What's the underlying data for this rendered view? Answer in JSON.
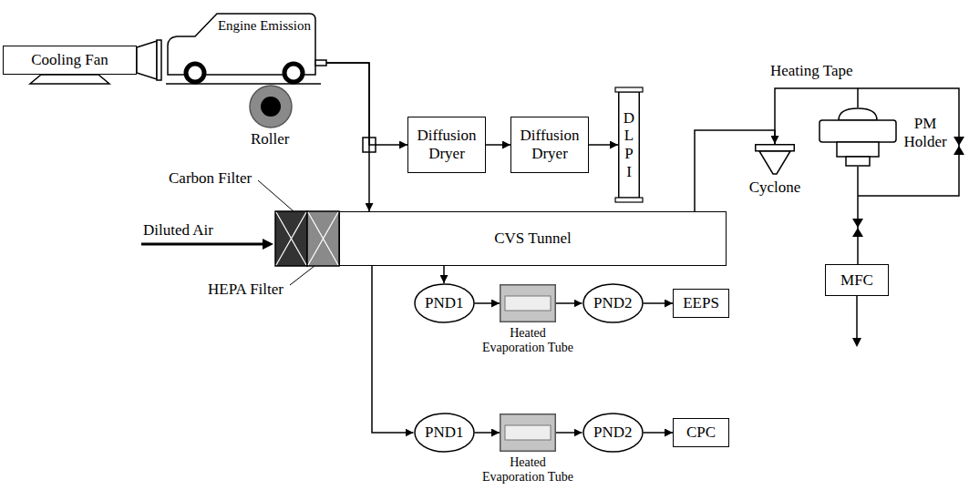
{
  "diagram": {
    "nodes": [
      {
        "text": [
          "Cooling Fan"
        ]
      },
      {
        "text": [
          "Engine Emission"
        ]
      },
      {
        "text": [
          "Diffusion Dryer"
        ]
      },
      {
        "text": [
          "Diffusion Dryer"
        ]
      },
      {
        "text": [
          "D L P I"
        ]
      },
      {
        "text": [
          "Cyclone"
        ]
      },
      {
        "text": [
          "PM Holder"
        ]
      },
      {
        "text": [
          "CVS Tunnel"
        ]
      },
      {
        "text": [
          "MFC"
        ]
      },
      {
        "text": [
          "PND1"
        ]
      },
      {
        "text": [
          "Heated Evaporation Tube"
        ]
      },
      {
        "text": [
          "PND2"
        ]
      },
      {
        "text": [
          "EEPS"
        ]
      },
      {
        "text": [
          "PND1"
        ]
      },
      {
        "text": [
          "Heated Evaporation Tube"
        ]
      },
      {
        "text": [
          "PND2"
        ]
      },
      {
        "text": [
          "CPC"
        ]
      }
    ],
    "edges": [
      {
        "from": 1,
        "to": 2,
        "arrow": "to"
      },
      {
        "from": 1,
        "to": 7,
        "arrow": "to"
      },
      {
        "from": 2,
        "to": 3,
        "arrow": "to"
      },
      {
        "from": 3,
        "to": 4,
        "arrow": "to"
      },
      {
        "from": 7,
        "to": 5,
        "arrow": "to"
      },
      {
        "from": 5,
        "to": 6,
        "arrow": "none"
      },
      {
        "from": 6,
        "to": 8,
        "arrow": "none"
      },
      {
        "from": 7,
        "to": 9,
        "arrow": "to"
      },
      {
        "from": 9,
        "to": 10,
        "arrow": "to"
      },
      {
        "from": 10,
        "to": 11,
        "arrow": "to"
      },
      {
        "from": 11,
        "to": 12,
        "arrow": "to"
      },
      {
        "from": 7,
        "to": 13,
        "arrow": "to"
      },
      {
        "from": 13,
        "to": 14,
        "arrow": "to"
      },
      {
        "from": 14,
        "to": 15,
        "arrow": "to"
      },
      {
        "from": 15,
        "to": 16,
        "arrow": "to"
      }
    ],
    "labels": [
      "Heating Tape",
      "Carbon Filter",
      "Diluted Air",
      "HEPA Filter",
      "Roller"
    ]
  }
}
